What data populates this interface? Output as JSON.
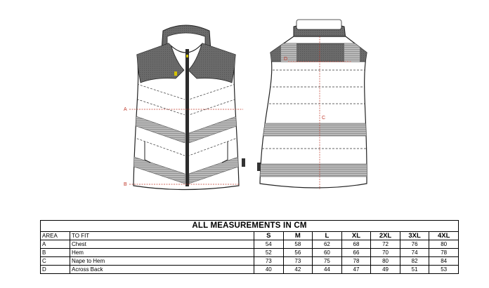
{
  "guide_labels": {
    "front_chest": "A",
    "front_hem": "B",
    "back_nape": "C",
    "back_across": "D"
  },
  "table": {
    "title": "ALL MEASUREMENTS IN CM",
    "area_header": "AREA",
    "fit_header": "TO FIT",
    "sizes": [
      "S",
      "M",
      "L",
      "XL",
      "2XL",
      "3XL",
      "4XL"
    ],
    "rows": [
      {
        "area": "A",
        "label": "Chest",
        "values": [
          "54",
          "58",
          "62",
          "68",
          "72",
          "76",
          "80"
        ]
      },
      {
        "area": "B",
        "label": "Hem",
        "values": [
          "52",
          "56",
          "60",
          "66",
          "70",
          "74",
          "78"
        ]
      },
      {
        "area": "C",
        "label": "Nape to Hem",
        "values": [
          "73",
          "73",
          "75",
          "78",
          "80",
          "82",
          "84"
        ]
      },
      {
        "area": "D",
        "label": "Across Back",
        "values": [
          "40",
          "42",
          "44",
          "47",
          "49",
          "51",
          "53"
        ]
      }
    ]
  },
  "colors": {
    "dark_panel": "#6e6e6e",
    "reflective_band": "#a8a8a8",
    "guide_line": "#c0392b"
  }
}
